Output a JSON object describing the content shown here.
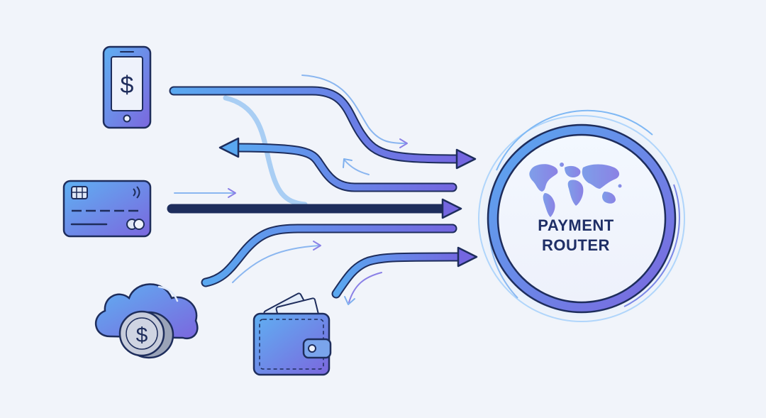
{
  "diagram": {
    "router": {
      "line1": "PAYMENT",
      "line2": "ROUTER",
      "icon": "world-map-icon"
    },
    "sources": [
      {
        "name": "mobile-payment",
        "icon": "smartphone-dollar-icon"
      },
      {
        "name": "card-payment",
        "icon": "credit-card-icon"
      },
      {
        "name": "cloud-payment",
        "icon": "cloud-coin-icon"
      },
      {
        "name": "wallet-payment",
        "icon": "wallet-icon"
      }
    ],
    "colors": {
      "background": "#f1f4fa",
      "flow_start": "#5aa8f0",
      "flow_end": "#7466e0",
      "outline": "#1e2d5c",
      "router_glow": "#8fc6ff"
    }
  }
}
